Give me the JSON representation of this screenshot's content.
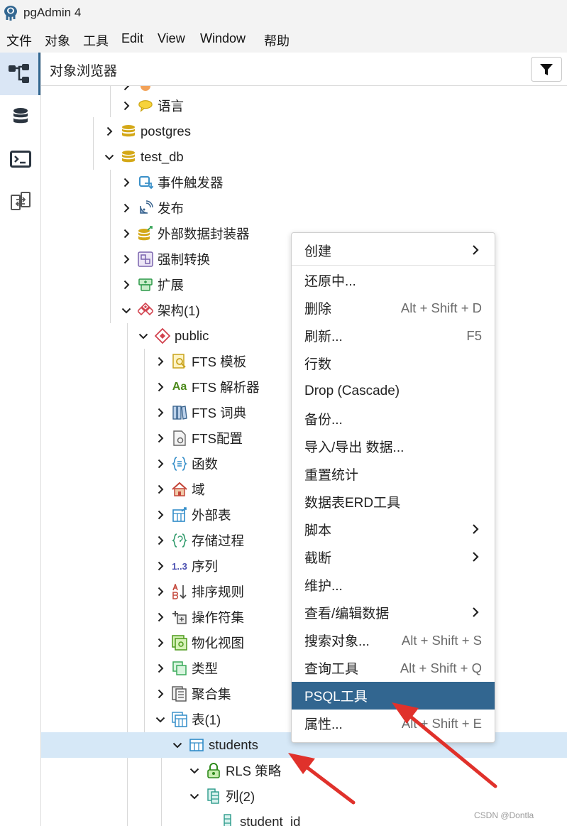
{
  "app": {
    "title": "pgAdmin 4"
  },
  "menubar": [
    "文件",
    "对象",
    "工具",
    "Edit",
    "View",
    "Window",
    "帮助"
  ],
  "sidebar": {
    "icons": [
      "object-explorer-icon",
      "database-icon",
      "terminal-icon",
      "schema-diff-icon"
    ]
  },
  "panel": {
    "title": "对象浏览器",
    "filter_icon": "filter-icon"
  },
  "tree": {
    "language": "语言",
    "postgres": "postgres",
    "test_db": "test_db",
    "event_triggers": "事件触发器",
    "publications": "发布",
    "fdw": "外部数据封装器",
    "casts": "强制转换",
    "extensions": "扩展",
    "schemas": "架构(1)",
    "public": "public",
    "fts_templates": "FTS 模板",
    "fts_parsers": "FTS 解析器",
    "fts_dictionaries": "FTS 词典",
    "fts_config": "FTS配置",
    "functions": "函数",
    "domains": "域",
    "foreign_tables": "外部表",
    "procedures": "存储过程",
    "sequences": "序列",
    "collations": "排序规则",
    "operators": "操作符集",
    "mviews": "物化视图",
    "types": "类型",
    "aggregates": "聚合集",
    "tables": "表(1)",
    "students": "students",
    "rls": "RLS 策略",
    "columns": "列(2)",
    "student_id": "student_id",
    "aa_text": "Aa",
    "seq_text": "1..3"
  },
  "context_menu": {
    "create": "创建",
    "restore": "还原中...",
    "delete": "删除",
    "delete_shortcut": "Alt + Shift + D",
    "refresh": "刷新...",
    "refresh_shortcut": "F5",
    "count_rows": "行数",
    "drop_cascade": "Drop (Cascade)",
    "backup": "备份...",
    "import_export": "导入/导出 数据...",
    "reset_stats": "重置统计",
    "erd": "数据表ERD工具",
    "scripts": "脚本",
    "truncate": "截断",
    "maintenance": "维护...",
    "view_data": "查看/编辑数据",
    "search": "搜索对象...",
    "search_shortcut": "Alt + Shift + S",
    "query_tool": "查询工具",
    "query_shortcut": "Alt + Shift + Q",
    "psql": "PSQL工具",
    "properties": "属性...",
    "properties_shortcut": "Alt + Shift + E"
  },
  "watermark": "CSDN @Dontla",
  "colors": {
    "highlight": "#326690",
    "selected_row": "#d6e8f7",
    "arrow": "#e0312b",
    "db_icon": "#d4a817"
  }
}
